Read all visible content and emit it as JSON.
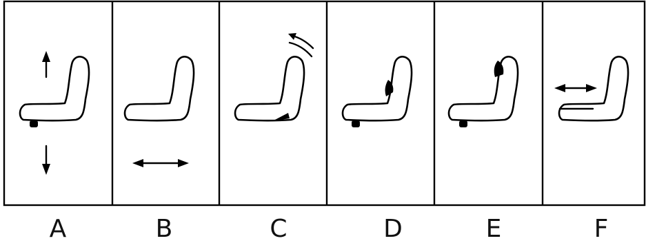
{
  "panels": [
    {
      "label": "A",
      "adjustment_icon": "seat-height-up-down-icon"
    },
    {
      "label": "B",
      "adjustment_icon": "seat-slide-fore-aft-icon"
    },
    {
      "label": "C",
      "adjustment_icon": "seat-recline-icon"
    },
    {
      "label": "D",
      "adjustment_icon": "lumbar-support-lower-icon"
    },
    {
      "label": "E",
      "adjustment_icon": "lumbar-support-upper-icon"
    },
    {
      "label": "F",
      "adjustment_icon": "seat-cushion-slide-icon"
    }
  ],
  "colors": {
    "line": "#000000",
    "background": "#ffffff"
  }
}
